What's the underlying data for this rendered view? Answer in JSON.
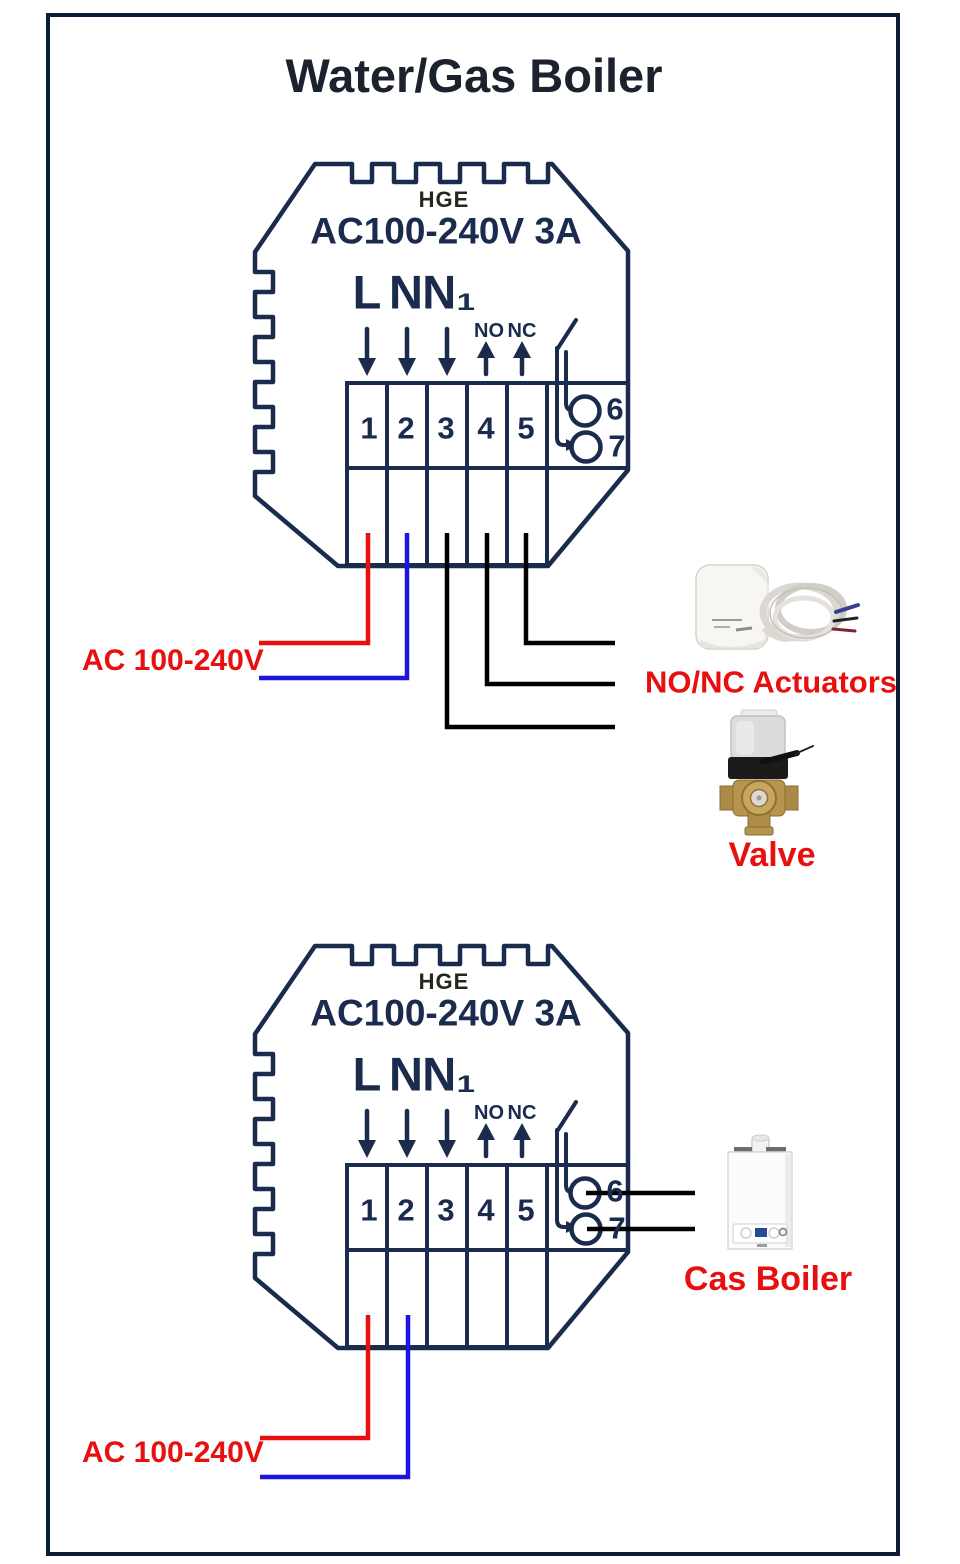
{
  "title": "Water/Gas Boiler",
  "colors": {
    "navy": "#1b2b4e",
    "red_label": "#e8100e",
    "wire_red": "#e8100f",
    "wire_blue": "#1a16e0",
    "wire_black": "#000000",
    "border": "#0d1d36"
  },
  "device": {
    "brand": "HGE",
    "rating": "AC100-240V 3A",
    "input_labels": [
      "L",
      "N",
      "N₁"
    ],
    "relay_labels": [
      "NO",
      "NC"
    ],
    "terminal_numbers": [
      "1",
      "2",
      "3",
      "4",
      "5"
    ],
    "output_terminals": [
      "6",
      "7"
    ]
  },
  "diagram_top": {
    "power_label": "AC 100-240V",
    "actuators_label": "NO/NC Actuators",
    "valve_label": "Valve"
  },
  "diagram_bottom": {
    "power_label": "AC 100-240V",
    "boiler_label": "Cas Boiler"
  }
}
